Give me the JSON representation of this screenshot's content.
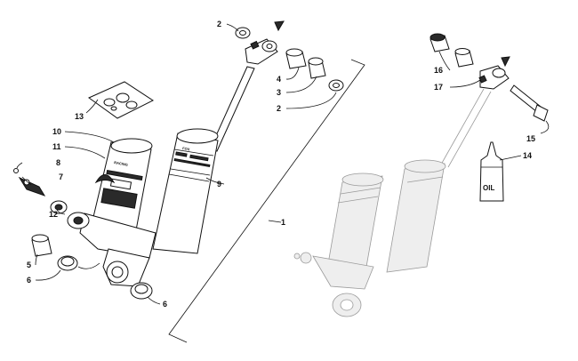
{
  "callouts": {
    "c1": "1",
    "c2a": "2",
    "c2b": "2",
    "c3": "3",
    "c4": "4",
    "c5": "5",
    "c6a": "6",
    "c6b": "6",
    "c7": "7",
    "c8": "8",
    "c9": "9",
    "c10": "10",
    "c11": "11",
    "c12": "12",
    "c13": "13",
    "c14": "14",
    "c15": "15",
    "c16": "16",
    "c17": "17"
  },
  "oil_bottle": {
    "label": "OIL"
  },
  "shock_label": {
    "line1": "FOX",
    "line2": "RACING"
  },
  "colors": {
    "ink": "#111111",
    "ghost": "#9a9a9a",
    "background": "#ffffff"
  }
}
